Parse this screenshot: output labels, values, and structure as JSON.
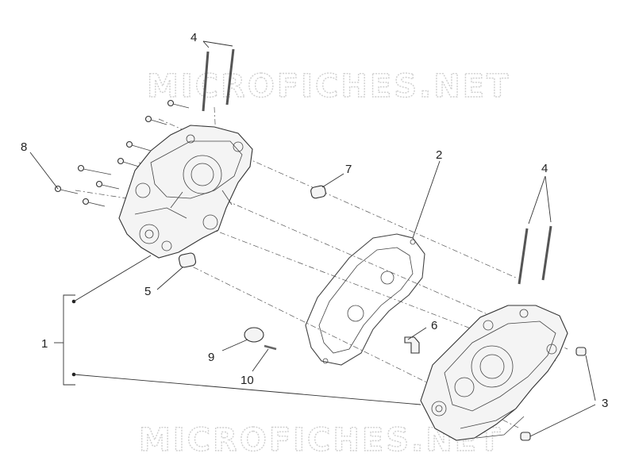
{
  "watermark": {
    "text": "MICROFICHES.NET"
  },
  "callouts": {
    "c1": "1",
    "c2": "2",
    "c3": "3",
    "c4a": "4",
    "c4b": "4",
    "c5": "5",
    "c6": "6",
    "c7": "7",
    "c8": "8",
    "c9": "9",
    "c10": "10"
  }
}
